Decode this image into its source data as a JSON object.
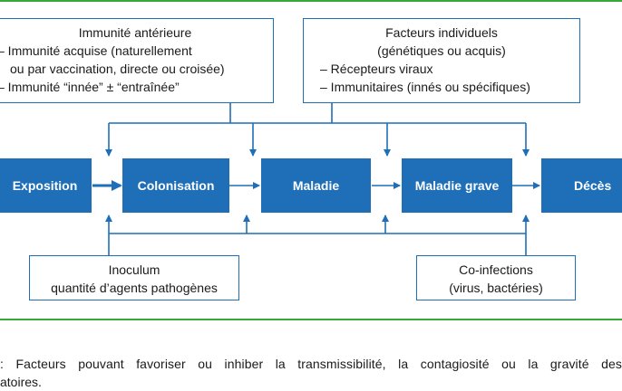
{
  "colors": {
    "accent": "#1f6fb8",
    "rule": "#3aaa35",
    "text": "#1a1a1a"
  },
  "boxes": {
    "prior_immunity": {
      "title": "Immunité antérieure",
      "line1": "– Immunité acquise (naturellement",
      "line2": "ou par vaccination, directe ou croisée)",
      "line3": "– Immunité “innée” ± “entraînée”"
    },
    "individual_factors": {
      "title": "Facteurs individuels",
      "line1": "(génétiques ou acquis)",
      "line2": "– Récepteurs viraux",
      "line3": "– Immunitaires (innés ou spécifiques)"
    },
    "inoculum": {
      "line1": "Inoculum",
      "line2": "quantité d’agents pathogènes"
    },
    "coinfections": {
      "line1": "Co-infections",
      "line2": "(virus, bactéries)"
    }
  },
  "stages": [
    "Exposition",
    "Colonisation",
    "Maladie",
    "Maladie grave",
    "Décès"
  ],
  "caption": {
    "line1": ": Facteurs pouvant favoriser ou inhiber la transmissibilité, la contagiosité ou la gravité des",
    "line2": "atoires."
  }
}
